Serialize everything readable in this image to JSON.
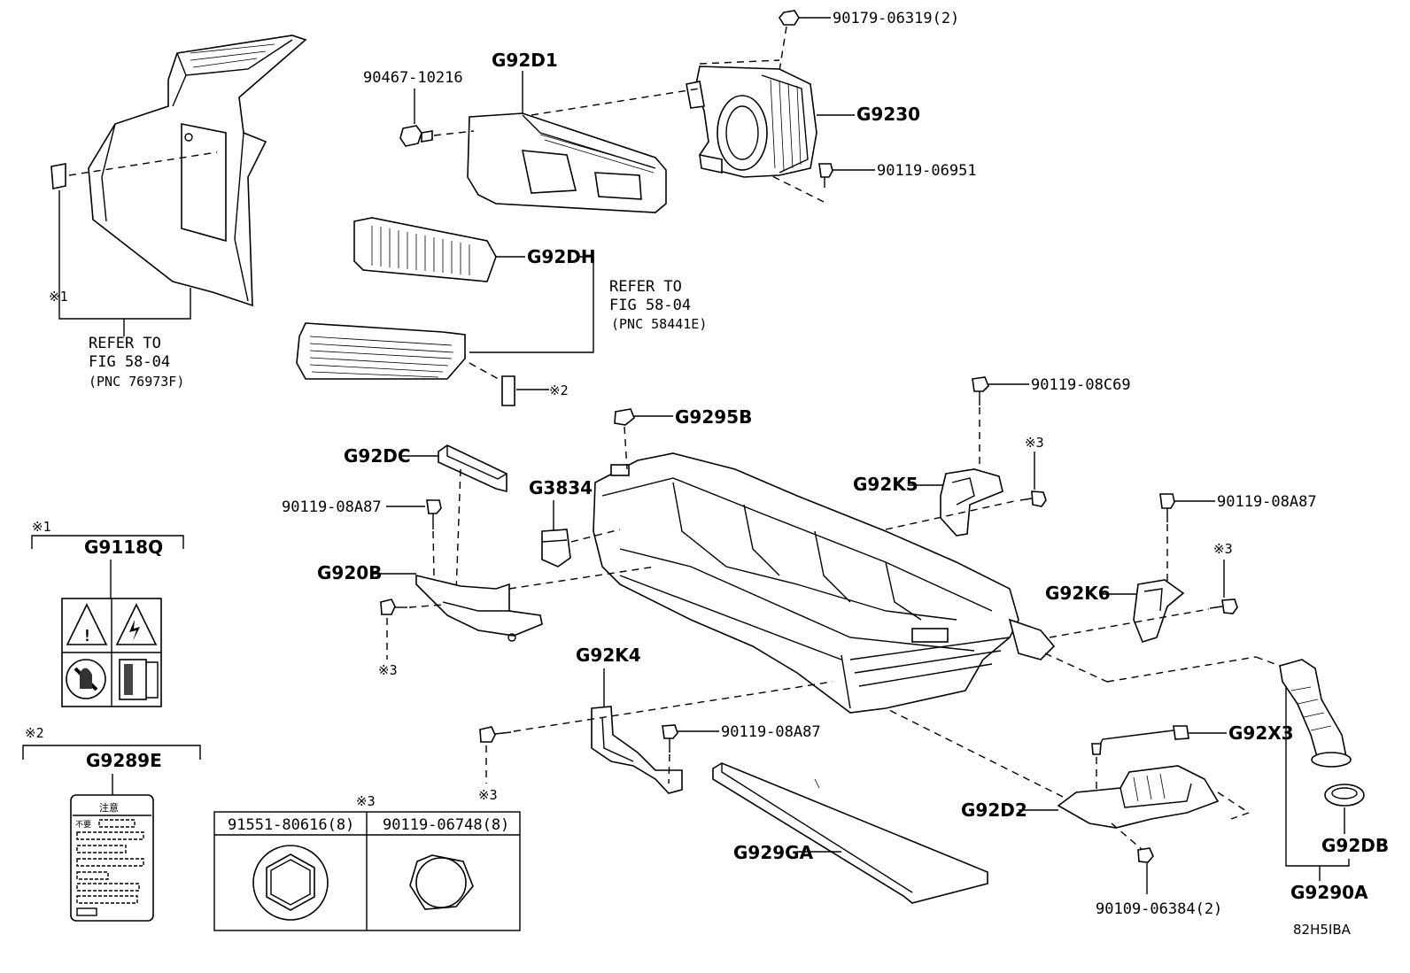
{
  "labels": {
    "p90179": "90179-06319(2)",
    "g92d1": "G92D1",
    "p90467": "90467-10216",
    "g9230": "G9230",
    "p90119_06951": "90119-06951",
    "g92dh": "G92DH",
    "refer_right_1": "REFER TO",
    "refer_right_2": "FIG 58-04",
    "refer_right_3": "(PNC 58441E)",
    "mark1_left": "※1",
    "refer_left_1": "REFER TO",
    "refer_left_2": "FIG 58-04",
    "refer_left_3": "(PNC 76973F)",
    "mark2_filter": "※2",
    "p90119_08c69": "90119-08C69",
    "g9295b": "G9295B",
    "g92dc": "G92DC",
    "mark3_a": "※3",
    "g3834": "G3834",
    "g92k5": "G92K5",
    "p90119_08a87_left": "90119-08A87",
    "p90119_08a87_right": "90119-08A87",
    "g920b": "G920B",
    "mark3_b": "※3",
    "g92k6": "G92K6",
    "mark3_c": "※3",
    "g92k4": "G92K4",
    "p90119_08a87_mid": "90119-08A87",
    "g92x3": "G92X3",
    "mark3_d": "※3",
    "g92d2": "G92D2",
    "g929ga": "G929GA",
    "g92db": "G92DB",
    "g9290a": "G9290A",
    "p90109": "90109-06384(2)",
    "diagram_code": "82H5IBA"
  },
  "legend1": {
    "mark": "※1",
    "part": "G9118Q"
  },
  "legend2": {
    "mark": "※2",
    "part": "G9289E",
    "label_header": "注意",
    "label_line": "不要"
  },
  "legend3": {
    "mark": "※3",
    "columns": [
      "91551-80616(8)",
      "90119-06748(8)"
    ]
  }
}
